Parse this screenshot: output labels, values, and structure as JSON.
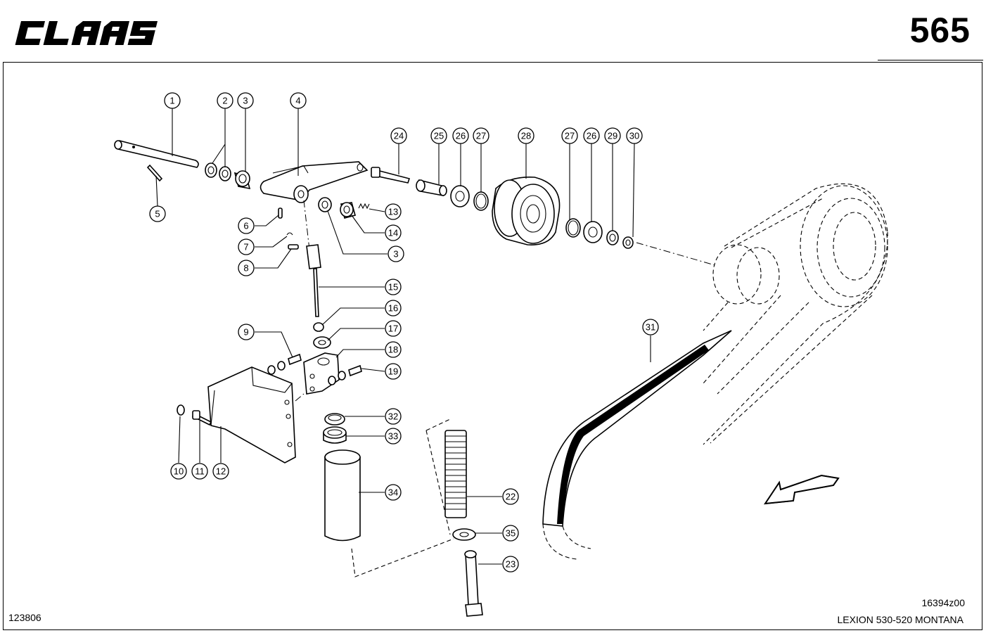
{
  "header": {
    "brand": "CLAAS",
    "page_number": "565"
  },
  "footer": {
    "doc_number": "123806",
    "drawing_number": "16394z00",
    "model": "LEXION 530-520 MONTANA"
  },
  "callouts": {
    "c1": "1",
    "c2": "2",
    "c3a": "3",
    "c4": "4",
    "c5": "5",
    "c24": "24",
    "c25": "25",
    "c26a": "26",
    "c27a": "27",
    "c28": "28",
    "c27b": "27",
    "c26b": "26",
    "c29": "29",
    "c30": "30",
    "c13": "13",
    "c14": "14",
    "c3b": "3",
    "c6": "6",
    "c7": "7",
    "c8": "8",
    "c15": "15",
    "c16": "16",
    "c17": "17",
    "c9": "9",
    "c18": "18",
    "c19": "19",
    "c32": "32",
    "c33": "33",
    "c34": "34",
    "c22": "22",
    "c35": "35",
    "c23": "23",
    "c10": "10",
    "c11": "11",
    "c12": "12",
    "c31": "31"
  },
  "icons": {
    "direction": "arrow-down-left-icon"
  }
}
